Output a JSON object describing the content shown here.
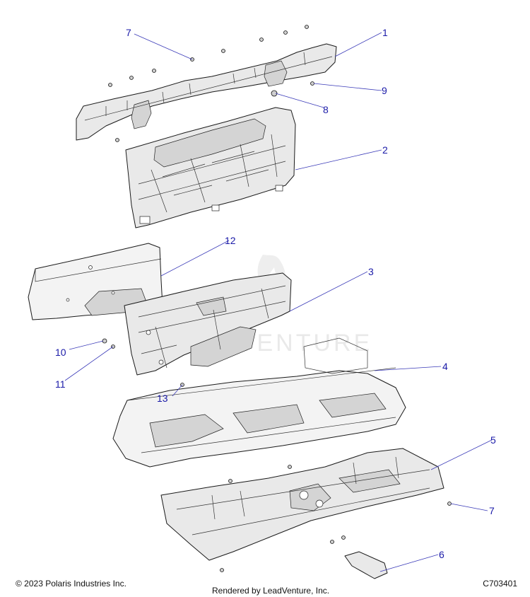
{
  "callouts": [
    {
      "id": "1",
      "label": "1"
    },
    {
      "id": "2",
      "label": "2"
    },
    {
      "id": "3",
      "label": "3"
    },
    {
      "id": "4",
      "label": "4"
    },
    {
      "id": "5",
      "label": "5"
    },
    {
      "id": "6",
      "label": "6"
    },
    {
      "id": "7a",
      "label": "7"
    },
    {
      "id": "7b",
      "label": "7"
    },
    {
      "id": "8",
      "label": "8"
    },
    {
      "id": "9",
      "label": "9"
    },
    {
      "id": "10",
      "label": "10"
    },
    {
      "id": "11",
      "label": "11"
    },
    {
      "id": "12",
      "label": "12"
    },
    {
      "id": "13",
      "label": "13"
    }
  ],
  "watermark": "LEADVENTURE",
  "footer": {
    "copyright": "© 2023 Polaris Industries Inc.",
    "rendered_by": "Rendered by LeadVenture, Inc.",
    "diagram_id": "C703401"
  },
  "colors": {
    "callout": "#1a1aa8",
    "outline": "#1a1a1a",
    "panel_fill": "#e9e9e9"
  }
}
